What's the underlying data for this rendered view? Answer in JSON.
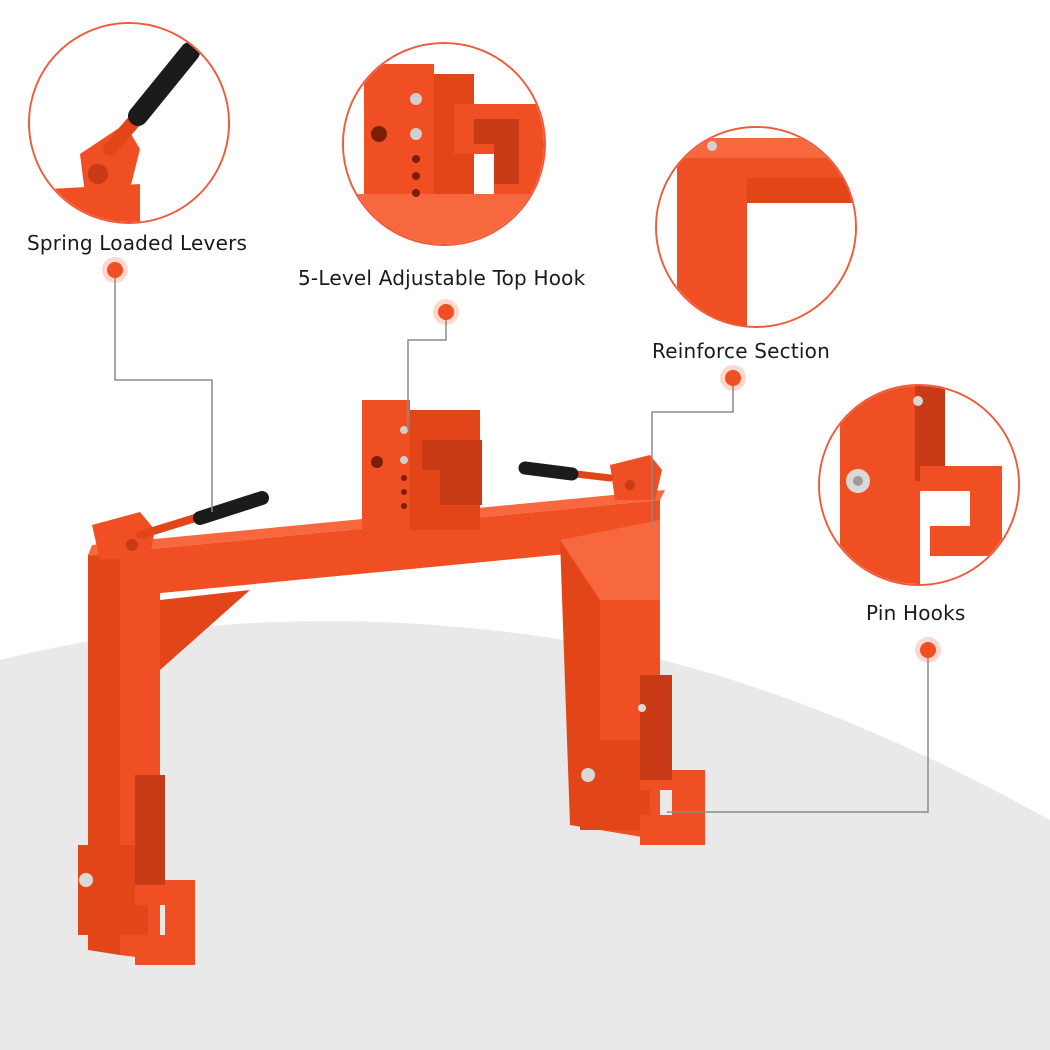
{
  "features": {
    "spring_levers": "Spring Loaded Levers",
    "top_hook": "5-Level Adjustable Top Hook",
    "reinforce": "Reinforce Section",
    "pin_hooks": "Pin Hooks"
  },
  "colors": {
    "frame": "#f04e23",
    "frame_dark": "#c93a16",
    "frame_light": "#f7683f",
    "accent_dot": "#f04e23",
    "leader_line": "#8c8c8c",
    "ground": "#e9e9ea",
    "grip": "#1b1b1b"
  },
  "icons": [
    "hitch-frame",
    "spring-lever",
    "top-hook",
    "pin-hook"
  ]
}
